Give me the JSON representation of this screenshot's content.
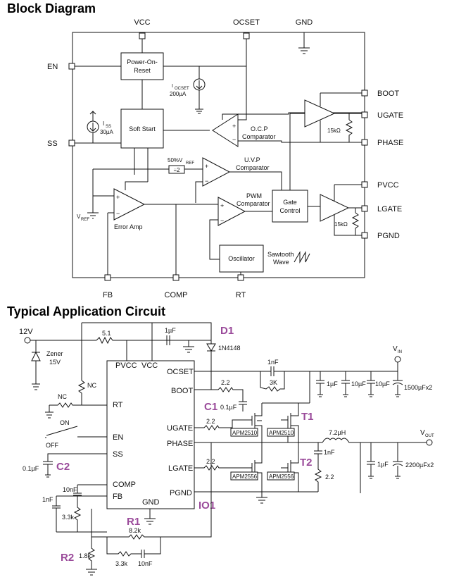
{
  "block_diagram": {
    "title": "Block Diagram",
    "pins": {
      "vcc": "VCC",
      "ocset": "OCSET",
      "gnd": "GND",
      "en": "EN",
      "ss": "SS",
      "boot": "BOOT",
      "ugate": "UGATE",
      "phase": "PHASE",
      "pvcc": "PVCC",
      "lgate": "LGATE",
      "pgnd": "PGND",
      "fb": "FB",
      "comp": "COMP",
      "rt": "RT"
    },
    "blocks": {
      "por_line1": "Power-On-",
      "por_line2": "Reset",
      "soft_start": "Soft Start",
      "error_amp": "Error Amp",
      "gate_line1": "Gate",
      "gate_line2": "Control",
      "oscillator": "Oscillator"
    },
    "labels": {
      "iocset_1": "I",
      "iocset_sub": "OCSET",
      "iocset_2": "200µA",
      "iss_1": "I",
      "iss_sub": "SS",
      "iss_2": "30µA",
      "ocp_1": "O.C.P",
      "ocp_2": "Comparator",
      "uvp_1": "U.V.P",
      "uvp_2": "Comparator",
      "pwm_1": "PWM",
      "pwm_2": "Comparator",
      "vref_pct": "50%V",
      "vref_pct_sub": "REF",
      "div2": "÷2",
      "vref": "V",
      "vref_sub": "REF",
      "r15k_top": "15kΩ",
      "r15k_bot": "15kΩ",
      "saw_1": "Sawtooth",
      "saw_2": "Wave",
      "plus": "+",
      "minus": "−"
    }
  },
  "app_circuit": {
    "title": "Typical Application Circuit",
    "ic": {
      "pvcc": "PVCC",
      "vcc": "VCC",
      "ocset": "OCSET",
      "boot": "BOOT",
      "rt": "RT",
      "ugate": "UGATE",
      "en": "EN",
      "phase": "PHASE",
      "ss": "SS",
      "lgate": "LGATE",
      "comp": "COMP",
      "pgnd": "PGND",
      "fb": "FB",
      "gnd": "GND"
    },
    "labels": {
      "v12": "12V",
      "r51": "5.1",
      "c1uf_top": "1µF",
      "d1_part": "1N4148",
      "zener_1": "Zener",
      "zener_2": "15V",
      "nc_1": "NC",
      "nc_2": "NC",
      "on": "ON",
      "off": "OFF",
      "c_ss": "0.1µF",
      "c10nf": "10nF",
      "c1nf_comp": "1nF",
      "r33k_comp": "3.3k",
      "r82k": "8.2k",
      "r18k": "1.8k",
      "r33k_fb": "3.3k",
      "c10nf_fb": "10nF",
      "c1nf_ocset": "1nF",
      "r3k": "3K",
      "cin_1uf": "1µF",
      "cin_10uf_a": "10µF",
      "cin_10uf_b": "10µF",
      "cin_bulk": "1500µFx2",
      "vin": "V",
      "vin_sub": "IN",
      "r22_boot": "2.2",
      "c_boot": "0.1µF",
      "r22_ug": "2.2",
      "apm2510_a": "APM2510",
      "apm2510_b": "APM2510",
      "r22_lg": "2.2",
      "apm2556_a": "APM2556",
      "apm2556_b": "APM2556",
      "ind": "7.2µH",
      "c_snub": "1nF",
      "r_snub": "2.2",
      "cout_1uf": "1µF",
      "cout_bulk": "2200µFx2",
      "vout": "V",
      "vout_sub": "OUT"
    },
    "annotations": {
      "d1": "D1",
      "c1": "C1",
      "t1": "T1",
      "c2": "C2",
      "t2": "T2",
      "io1": "IO1",
      "r1": "R1",
      "r2": "R2"
    }
  }
}
